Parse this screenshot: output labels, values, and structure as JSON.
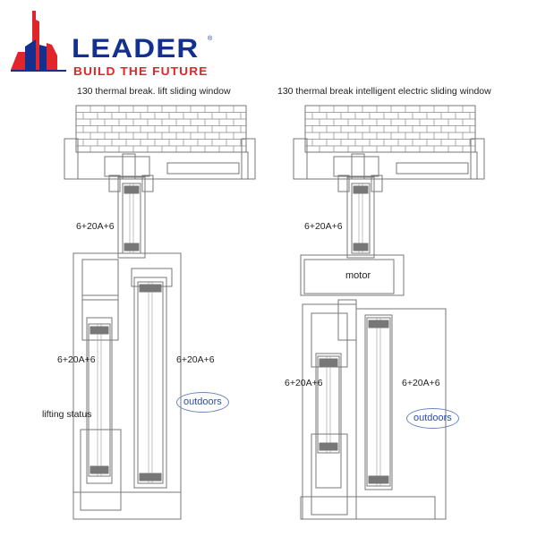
{
  "logo": {
    "brand": "LEADER",
    "tagline": "BUILD THE FUTURE",
    "registered": "®"
  },
  "left_diagram": {
    "title": "130 thermal break. lift sliding window",
    "glass_labels": [
      "6+20A+6",
      "6+20A+6",
      "6+20A+6"
    ],
    "status_label": "lifting status",
    "side_label": "outdoors"
  },
  "right_diagram": {
    "title": "130 thermal break intelligent electric sliding window",
    "motor_label": "motor",
    "glass_labels": [
      "6+20A+6",
      "6+20A+6",
      "6+20A+6"
    ],
    "side_label": "outdoors"
  },
  "colors": {
    "brand_blue": "#14308f",
    "brand_red": "#e0252b",
    "line": "#666666"
  }
}
